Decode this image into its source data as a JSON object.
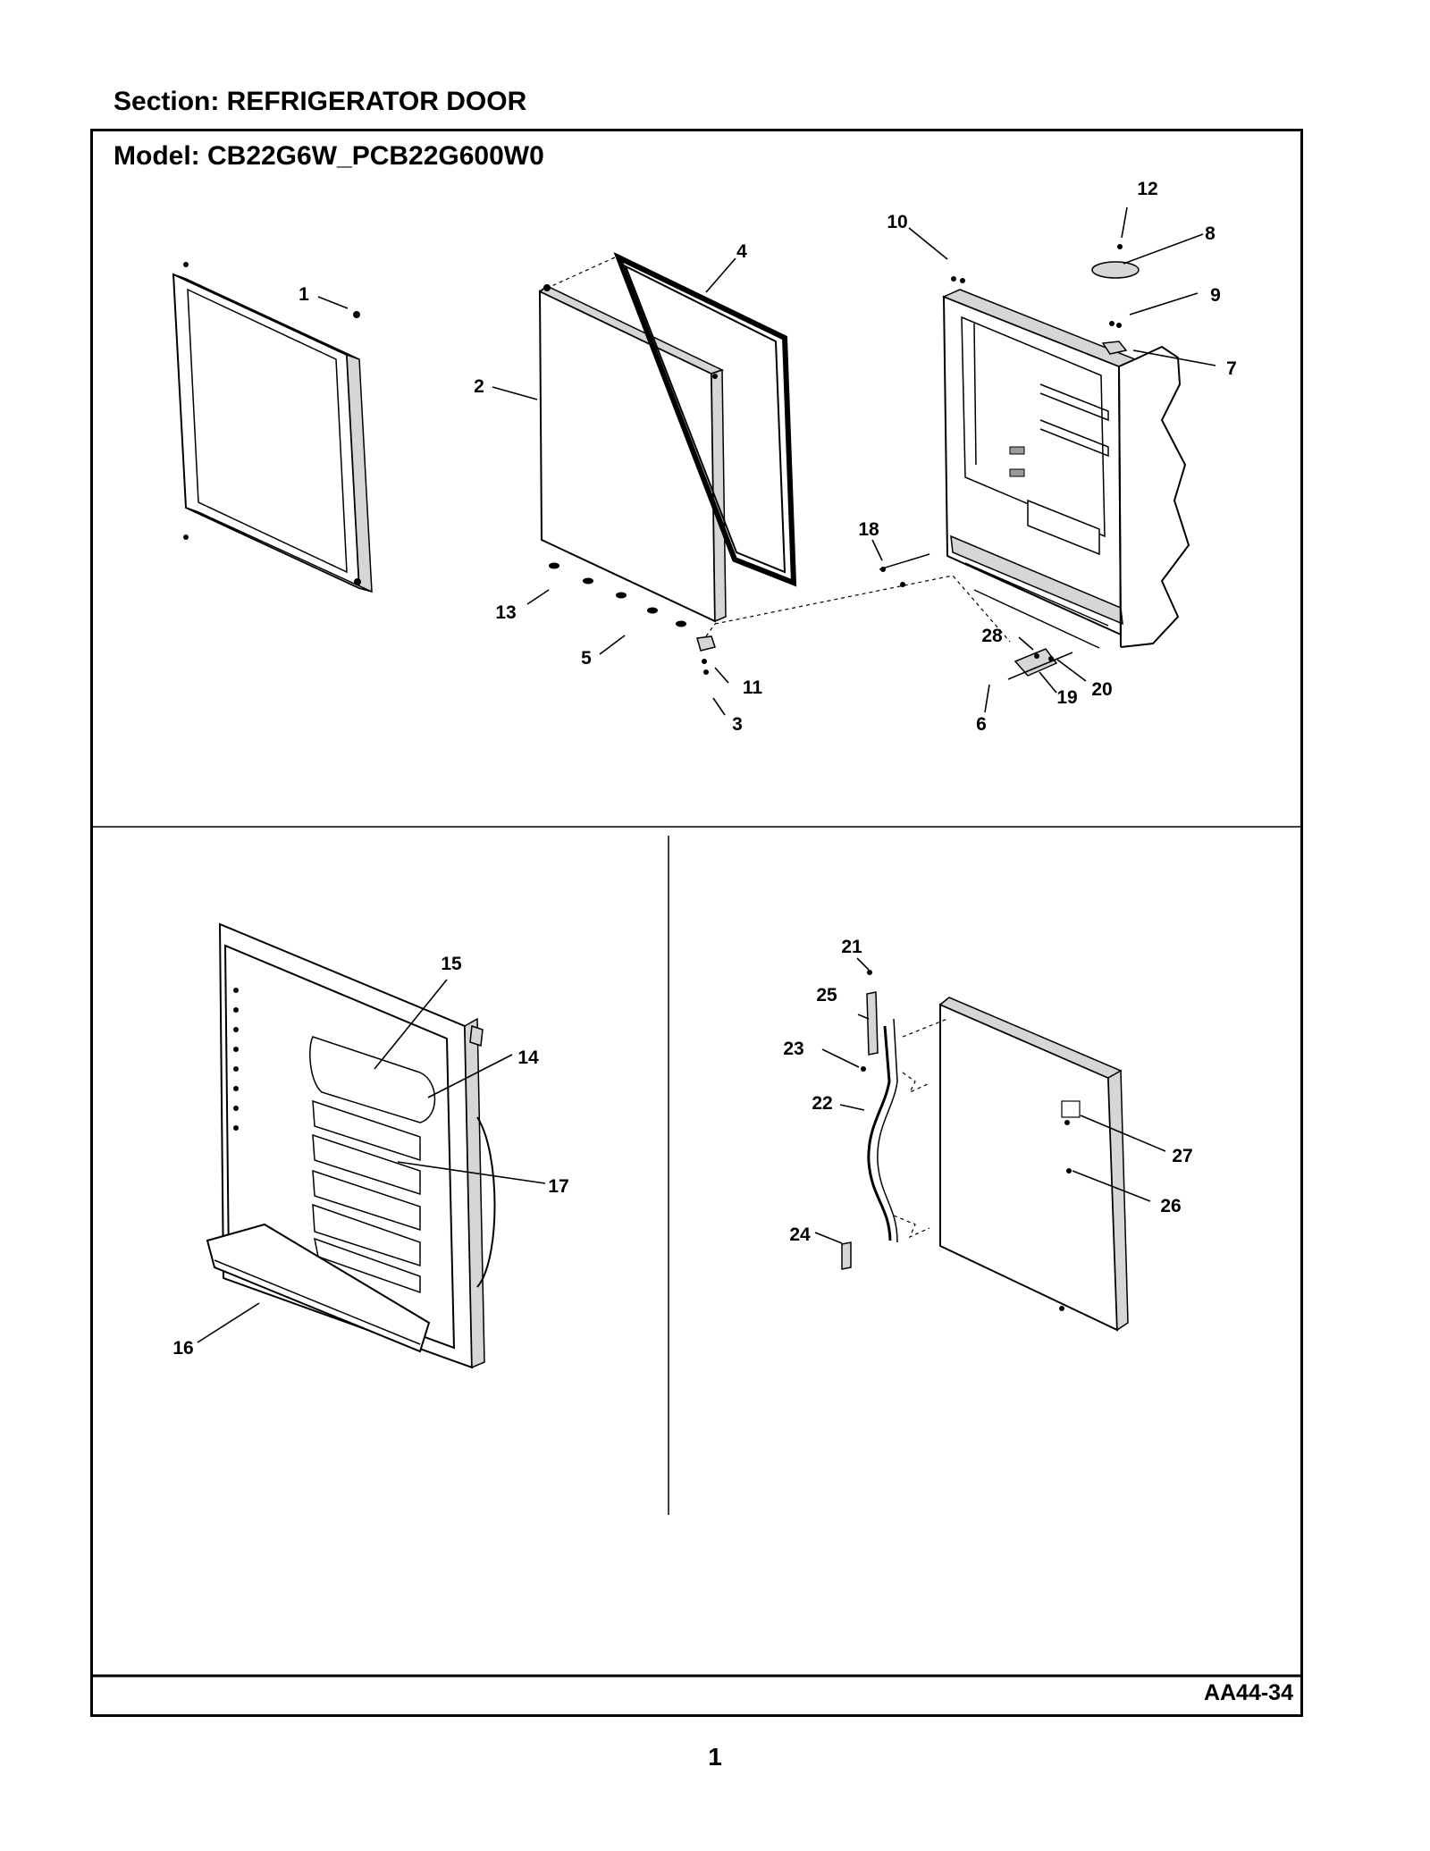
{
  "header": {
    "section_label": "Section:  REFRIGERATOR DOOR",
    "model_label": "Model:  CB22G6W_PCB22G600W0"
  },
  "footer": {
    "diagram_code": "AA44-34",
    "page_number": "1"
  },
  "callouts": [
    "1",
    "2",
    "3",
    "4",
    "5",
    "6",
    "7",
    "8",
    "9",
    "10",
    "11",
    "12",
    "13",
    "14",
    "15",
    "16",
    "17",
    "18",
    "19",
    "20",
    "21",
    "22",
    "23",
    "24",
    "25",
    "26",
    "27",
    "28"
  ],
  "icons": {
    "door-frame": "outer door frame drawing",
    "door-panel": "door panel drawing",
    "door-gasket": "door gasket drawing",
    "cabinet": "refrigerator cabinet drawing",
    "door-liner": "inner door liner with bins drawing",
    "door-handle": "door handle assembly drawing"
  }
}
